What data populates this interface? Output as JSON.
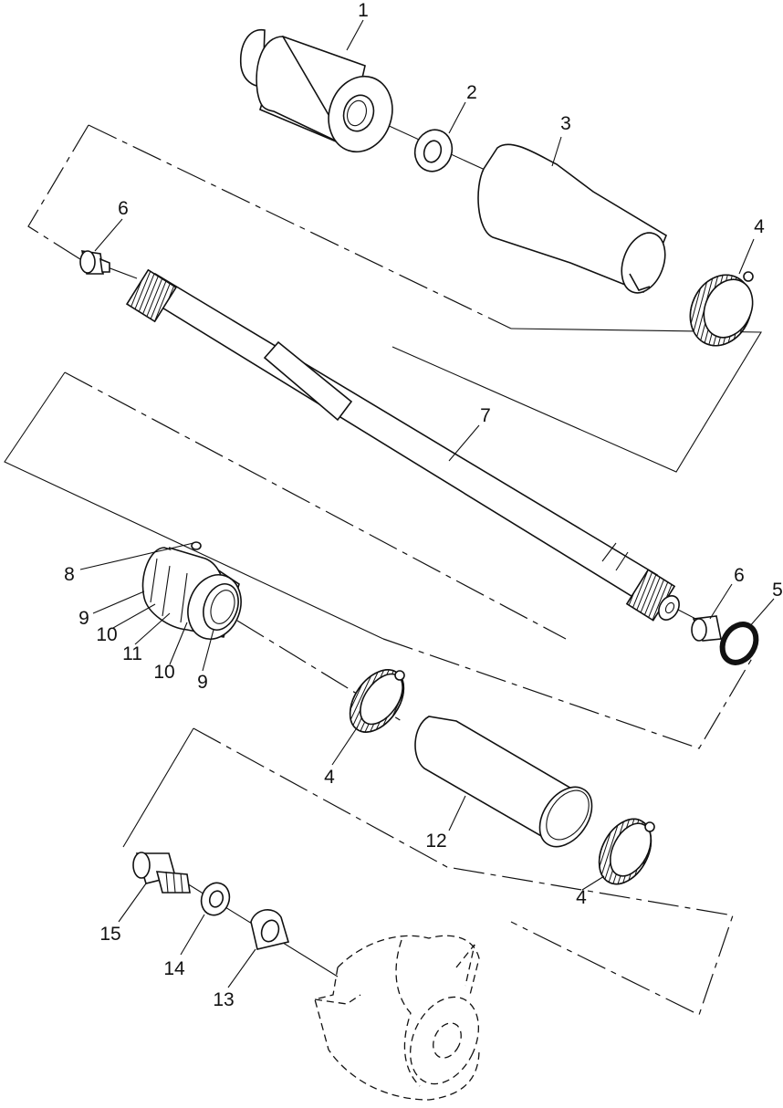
{
  "diagram": {
    "callouts": [
      {
        "id": "c1",
        "label": "1"
      },
      {
        "id": "c2",
        "label": "2"
      },
      {
        "id": "c3",
        "label": "3"
      },
      {
        "id": "c4a",
        "label": "4"
      },
      {
        "id": "c6a",
        "label": "6"
      },
      {
        "id": "c7",
        "label": "7"
      },
      {
        "id": "c8",
        "label": "8"
      },
      {
        "id": "c9a",
        "label": "9"
      },
      {
        "id": "c10a",
        "label": "10"
      },
      {
        "id": "c11",
        "label": "11"
      },
      {
        "id": "c10b",
        "label": "10"
      },
      {
        "id": "c9b",
        "label": "9"
      },
      {
        "id": "c6b",
        "label": "6"
      },
      {
        "id": "c5",
        "label": "5"
      },
      {
        "id": "c4b",
        "label": "4"
      },
      {
        "id": "c12",
        "label": "12"
      },
      {
        "id": "c4c",
        "label": "4"
      },
      {
        "id": "c15",
        "label": "15"
      },
      {
        "id": "c14",
        "label": "14"
      },
      {
        "id": "c13",
        "label": "13"
      }
    ]
  }
}
